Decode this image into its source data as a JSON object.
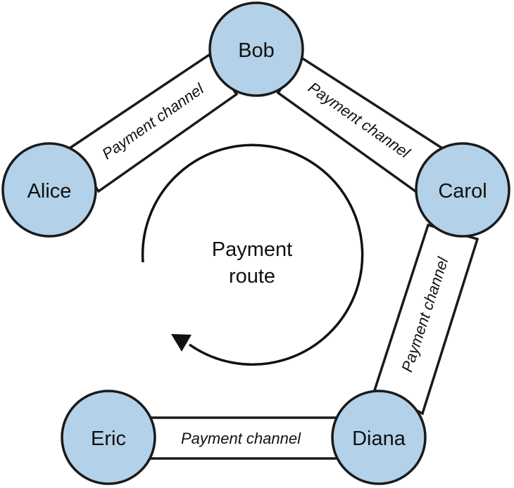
{
  "nodes": {
    "bob": {
      "label": "Bob"
    },
    "alice": {
      "label": "Alice"
    },
    "carol": {
      "label": "Carol"
    },
    "diana": {
      "label": "Diana"
    },
    "eric": {
      "label": "Eric"
    }
  },
  "channels": {
    "alice_bob": {
      "label": "Payment channel"
    },
    "bob_carol": {
      "label": "Payment channel"
    },
    "carol_diana": {
      "label": "Payment channel"
    },
    "eric_diana": {
      "label": "Payment channel"
    }
  },
  "route": {
    "line1": "Payment",
    "line2": "route"
  },
  "colors": {
    "node_fill": "#b3d1e8",
    "stroke": "#1a1a1a"
  }
}
